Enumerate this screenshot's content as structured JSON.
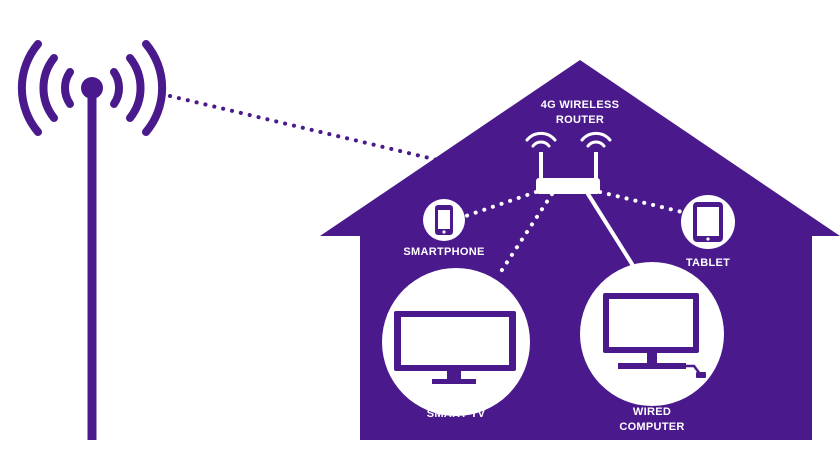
{
  "colors": {
    "purple": "#4a1a8c",
    "white": "#ffffff"
  },
  "labels": {
    "router_line1": "4G WIRELESS",
    "router_line2": "ROUTER",
    "smartphone": "SMARTPHONE",
    "tablet": "TABLET",
    "smart_tv": "SMART TV",
    "wired_line1": "WIRED",
    "wired_line2": "COMPUTER"
  },
  "icons": [
    "cell-tower-icon",
    "router-icon",
    "smartphone-icon",
    "tablet-icon",
    "tv-icon",
    "computer-icon"
  ]
}
